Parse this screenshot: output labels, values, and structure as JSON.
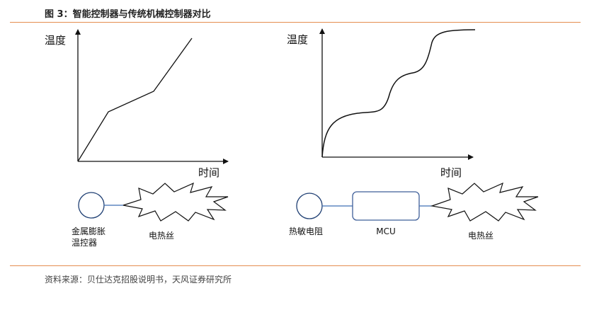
{
  "header": {
    "title": "图 3：智能控制器与传统机械控制器对比"
  },
  "left_panel": {
    "y_axis_label": "温度",
    "x_axis_label": "时间",
    "component_label_line1": "金属膨胀",
    "component_label_line2": "温控器",
    "heater_label": "电热丝"
  },
  "right_panel": {
    "y_axis_label": "温度",
    "x_axis_label": "时间",
    "sensor_label": "热敏电阻",
    "controller_label": "MCU",
    "heater_label": "电热丝"
  },
  "footer": {
    "source": "资料来源：贝仕达克招股说明书，天风证券研究所"
  },
  "colors": {
    "accent_rule": "#e48d4f",
    "connector": "#3f6fb5",
    "box_stroke": "#3f5f99"
  }
}
